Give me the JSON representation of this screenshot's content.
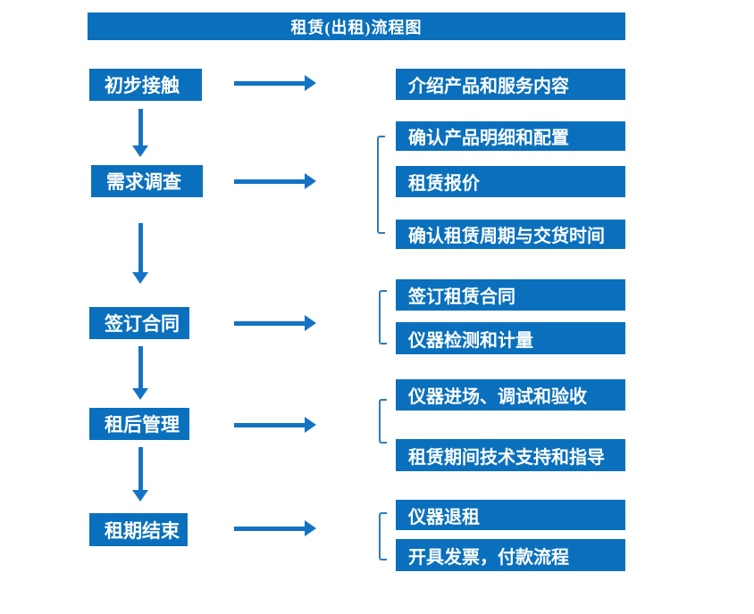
{
  "title": "租赁(出租)流程图",
  "colors": {
    "box": "#0a70bd",
    "arrow": "#1473c4",
    "bracket": "#2e7bbe",
    "text": "#ffffff",
    "bg": "#ffffff"
  },
  "steps": [
    {
      "label": "初步接触",
      "details": [
        "介绍产品和服务内容"
      ]
    },
    {
      "label": "需求调查",
      "details": [
        "确认产品明细和配置",
        "租赁报价",
        "确认租赁周期与交货时间"
      ]
    },
    {
      "label": "签订合同",
      "details": [
        "签订租赁合同",
        "仪器检测和计量"
      ]
    },
    {
      "label": "租后管理",
      "details": [
        "仪器进场、调试和验收",
        "租赁期间技术支持和指导"
      ]
    },
    {
      "label": "租期结束",
      "details": [
        "仪器退租",
        "开具发票，付款流程"
      ]
    }
  ]
}
